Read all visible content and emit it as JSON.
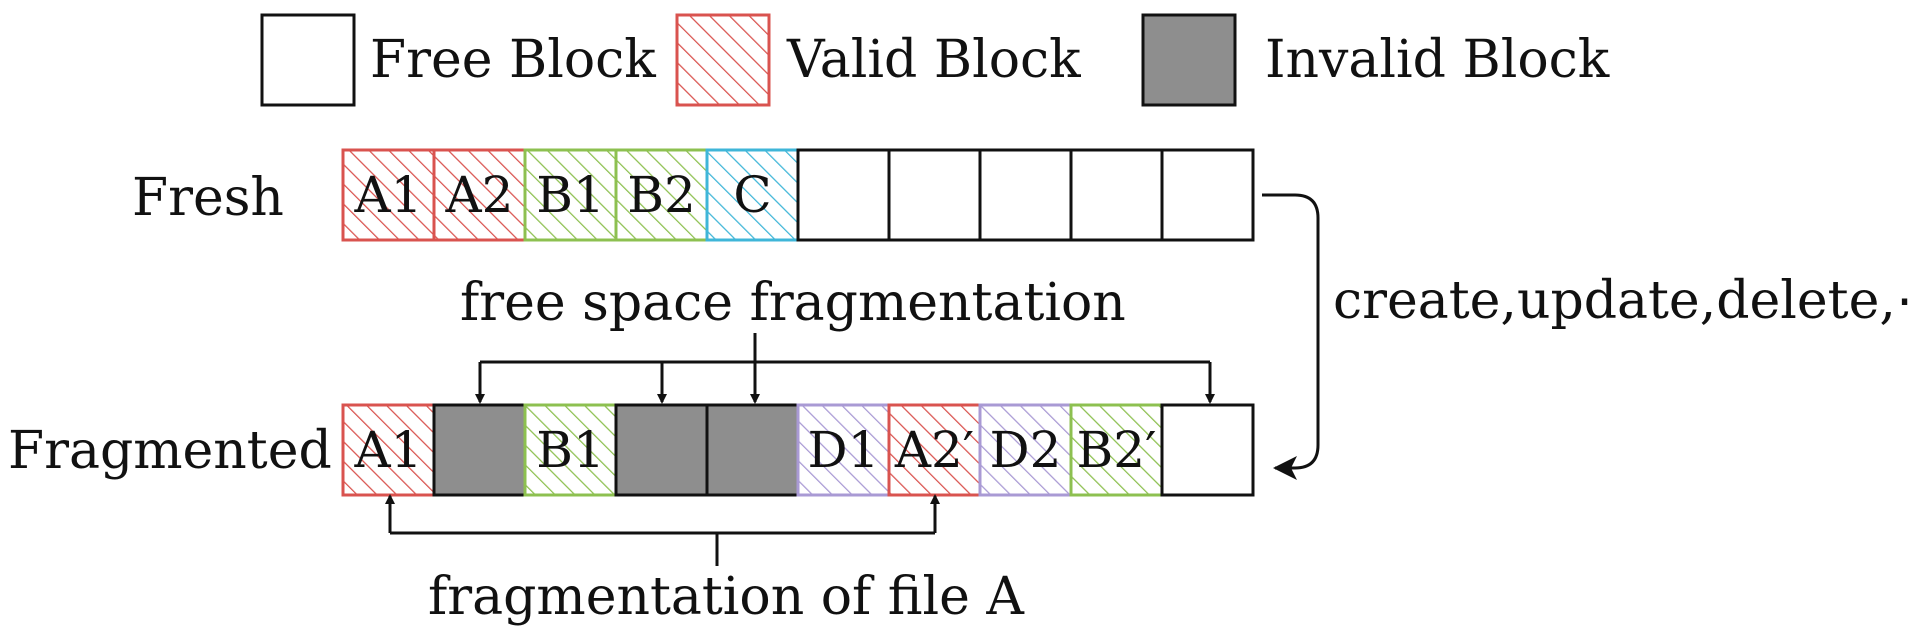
{
  "legend": [
    {
      "key": "free",
      "label": "Free Block"
    },
    {
      "key": "valid",
      "label": "Valid Block"
    },
    {
      "key": "invalid",
      "label": "Invalid Block"
    }
  ],
  "rows": {
    "fresh": {
      "label": "Fresh",
      "blocks": [
        {
          "label": "A1",
          "kind": "valid",
          "file": "A"
        },
        {
          "label": "A2",
          "kind": "valid",
          "file": "A"
        },
        {
          "label": "B1",
          "kind": "valid",
          "file": "B"
        },
        {
          "label": "B2",
          "kind": "valid",
          "file": "B"
        },
        {
          "label": "C",
          "kind": "valid",
          "file": "C"
        },
        {
          "label": "",
          "kind": "free",
          "file": ""
        },
        {
          "label": "",
          "kind": "free",
          "file": ""
        },
        {
          "label": "",
          "kind": "free",
          "file": ""
        },
        {
          "label": "",
          "kind": "free",
          "file": ""
        },
        {
          "label": "",
          "kind": "free",
          "file": ""
        }
      ]
    },
    "fragmented": {
      "label": "Fragmented",
      "blocks": [
        {
          "label": "A1",
          "kind": "valid",
          "file": "A"
        },
        {
          "label": "",
          "kind": "invalid",
          "file": ""
        },
        {
          "label": "B1",
          "kind": "valid",
          "file": "B"
        },
        {
          "label": "",
          "kind": "invalid",
          "file": ""
        },
        {
          "label": "",
          "kind": "invalid",
          "file": ""
        },
        {
          "label": "D1",
          "kind": "valid",
          "file": "D"
        },
        {
          "label": "A2′",
          "kind": "valid",
          "file": "A"
        },
        {
          "label": "D2",
          "kind": "valid",
          "file": "D"
        },
        {
          "label": "B2′",
          "kind": "valid",
          "file": "B"
        },
        {
          "label": "",
          "kind": "free",
          "file": ""
        }
      ]
    }
  },
  "annotations": {
    "transition": "create,update,delete,⋯",
    "free_space": "free space fragmentation",
    "file_frag": "fragmentation of file A"
  },
  "colors": {
    "file_A": "#d9534f",
    "file_B": "#8dc050",
    "file_C": "#3fb6d8",
    "file_D": "#a99ad4",
    "invalid": "#8e8e8e",
    "free": "#ffffff",
    "stroke": "#111111"
  }
}
